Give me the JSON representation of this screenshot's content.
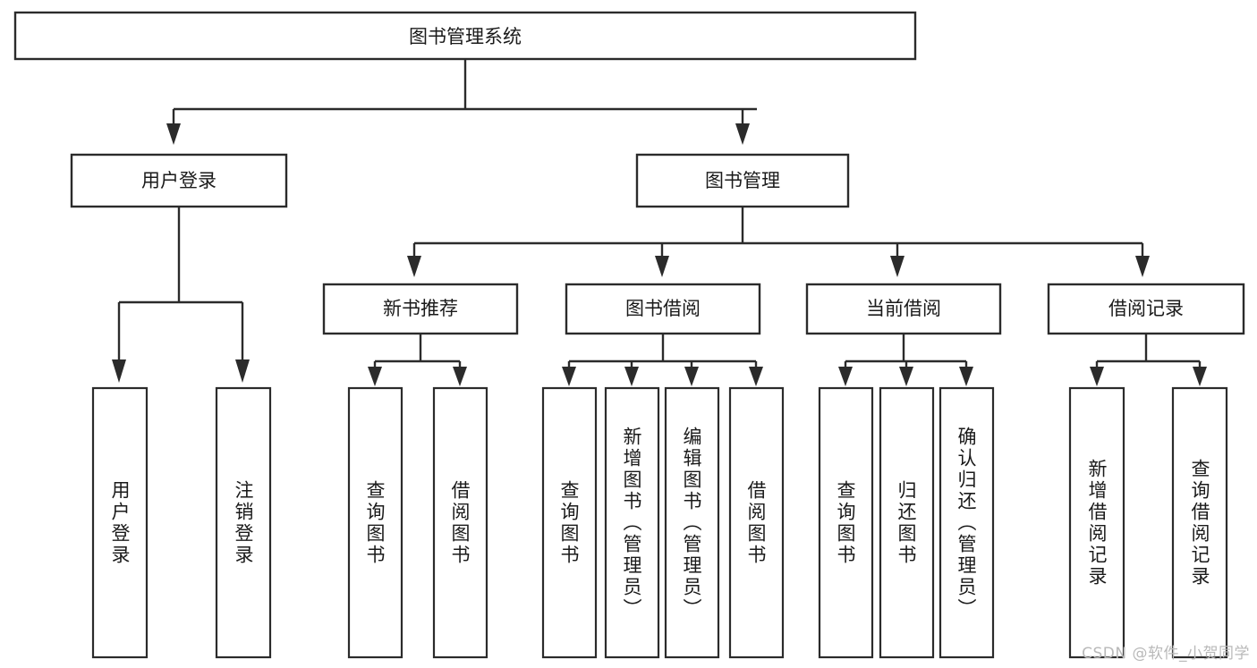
{
  "diagram": {
    "kind": "functional-structure-tree",
    "title": "图书管理系统",
    "watermark": "CSDN @软件_小贺同学",
    "colors": {
      "background": "#ffffff",
      "stroke": "#2b2b2b",
      "text": "#1a1a1a",
      "watermark": "#b9b9b9"
    },
    "levels": {
      "root": {
        "label": "图书管理系统"
      },
      "level2": [
        {
          "label": "用户登录"
        },
        {
          "label": "图书管理"
        }
      ],
      "level3": [
        {
          "label": "新书推荐"
        },
        {
          "label": "图书借阅"
        },
        {
          "label": "当前借阅"
        },
        {
          "label": "借阅记录"
        }
      ],
      "leaves": [
        {
          "label": "用户登录",
          "parent": "用户登录"
        },
        {
          "label": "注销登录",
          "parent": "用户登录"
        },
        {
          "label": "查询图书",
          "parent": "新书推荐"
        },
        {
          "label": "借阅图书",
          "parent": "新书推荐"
        },
        {
          "label": "查询图书",
          "parent": "图书借阅"
        },
        {
          "label": "新增图书（管理员）",
          "parent": "图书借阅"
        },
        {
          "label": "编辑图书（管理员）",
          "parent": "图书借阅"
        },
        {
          "label": "借阅图书",
          "parent": "图书借阅"
        },
        {
          "label": "查询图书",
          "parent": "当前借阅"
        },
        {
          "label": "归还图书",
          "parent": "当前借阅"
        },
        {
          "label": "确认归还（管理员）",
          "parent": "当前借阅"
        },
        {
          "label": "新增借阅记录",
          "parent": "借阅记录"
        },
        {
          "label": "查询借阅记录",
          "parent": "借阅记录"
        }
      ]
    }
  }
}
